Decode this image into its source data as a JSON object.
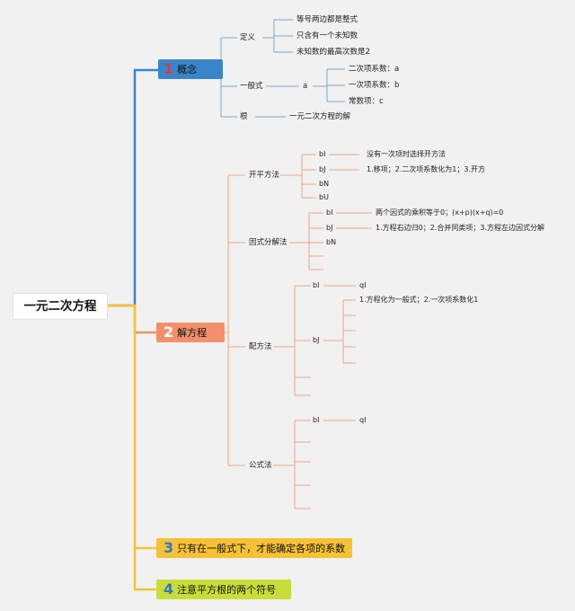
{
  "root": "一元二次方程",
  "b1": {
    "num": "1",
    "label": "概念"
  },
  "b2": {
    "num": "2",
    "label": "解方程"
  },
  "b3": {
    "num": "3",
    "label": "只有在一般式下，才能确定各项的系数"
  },
  "b4": {
    "num": "4",
    "label": "注意平方根的两个符号"
  },
  "concept": {
    "definition": "定义",
    "def_items": [
      "等号两边都是整式",
      "只含有一个未知数",
      "未知数的最高次数是2"
    ],
    "general": "一般式",
    "general_a": "a",
    "coef_items": [
      "二次项系数：a",
      "一次项系数：b",
      "常数项：c"
    ],
    "root": "根",
    "root_desc": "一元二次方程的解"
  },
  "solve": {
    "sqrt": {
      "label": "开平方法",
      "k1": "bI",
      "k1_text": "没有一次项时选择开方法",
      "k2": "bJ",
      "k2_text": "1.移项；2.二次项系数化为1；3.开方",
      "k3": "bN",
      "k4": "bU"
    },
    "factor": {
      "label": "因式分解法",
      "k1": "bI",
      "k1_text": "两个因式的乘积等于0；(x+p)(x+q)=0",
      "k2": "bJ",
      "k2_text": "1.方程右边归0；2.合并同类项；3.方程左边因式分解",
      "k3": "bN"
    },
    "complete": {
      "label": "配方法",
      "k1": "bI",
      "k1_text": "qI",
      "k2": "bJ",
      "k2_text": "1.方程化为一般式；2.一次项系数化1"
    },
    "formula": {
      "label": "公式法",
      "k1": "bI",
      "k1_text": "qI"
    }
  },
  "colors": {
    "blue": "#3a85c9",
    "orange": "#f2906c",
    "yellow": "#f5c136",
    "green": "#c9dd3a"
  }
}
